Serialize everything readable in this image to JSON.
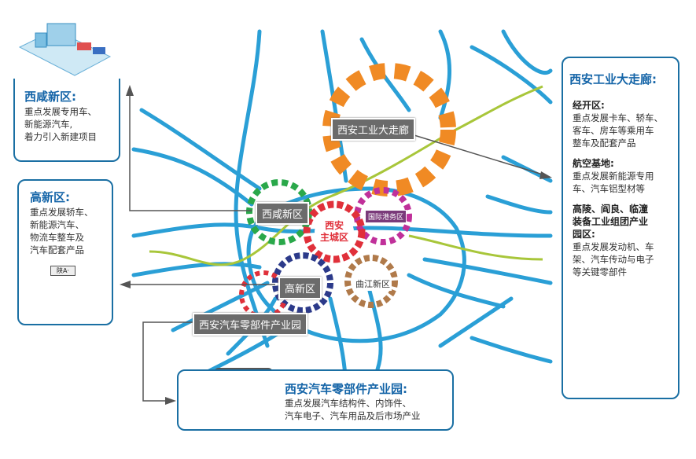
{
  "colors": {
    "accent": "#1a6fa3",
    "road": "#2a9fd6",
    "green_line": "#a8c63a",
    "ring_orange": "#f08a24",
    "ring_green": "#2aa84a",
    "ring_red": "#e0303a",
    "ring_purple": "#c0309a",
    "ring_navy": "#2c3a8a",
    "ring_brown": "#b07a4a"
  },
  "map_labels": {
    "corridor": "西安工业大走廊",
    "xixian": "西咸新区",
    "main_city": [
      "西安",
      "主城区"
    ],
    "intl_port": "国际港务区",
    "gaoxin": "高新区",
    "qujiang": "曲江新区",
    "parts_park": "西安汽车零部件产业园"
  },
  "xixian_panel": {
    "title": "西咸新区:",
    "lines": [
      "重点发展专用车、",
      "新能源汽车,",
      "着力引入新建项目"
    ]
  },
  "gaoxin_panel": {
    "title": "高新区:",
    "lines": [
      "重点发展轿车、",
      "新能源汽车、",
      "物流车整车及",
      "汽车配套产品"
    ],
    "plate": "陕A·"
  },
  "parts_panel": {
    "title": "西安汽车零部件产业园:",
    "lines": [
      "重点发展汽车结构件、内饰件、",
      "汽车电子、汽车用品及后市场产业"
    ]
  },
  "corridor_panel": {
    "title": "西安工业大走廊:",
    "sections": [
      {
        "heading": [
          "经开区:"
        ],
        "lines": [
          "重点发展卡车、轿车、",
          "客车、房车等乘用车",
          "整车及配套产品"
        ]
      },
      {
        "heading": [
          "航空基地:"
        ],
        "lines": [
          "重点发展新能源专用",
          "车、汽车铝型材等"
        ]
      },
      {
        "heading": [
          "高陵、阎良、临潼",
          "装备工业组团产业",
          "园区:"
        ],
        "lines": [
          "重点发展发动机、车",
          "架、汽车传动与电子",
          "等关键零部件"
        ]
      }
    ]
  }
}
